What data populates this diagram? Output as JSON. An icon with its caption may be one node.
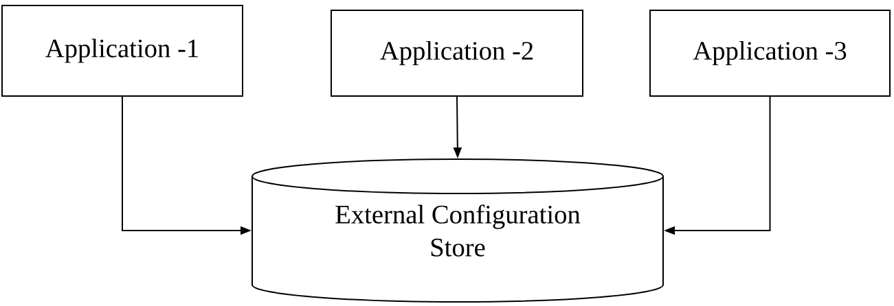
{
  "diagram": {
    "nodes": [
      {
        "text": [
          "Application -1"
        ]
      },
      {
        "text": [
          "Application -2"
        ]
      },
      {
        "text": [
          "Application -3"
        ]
      },
      {
        "text": [
          "External Configuration Store"
        ]
      }
    ],
    "edges": [
      {
        "from": 0,
        "to": 3,
        "arrow": "to"
      },
      {
        "from": 1,
        "to": 3,
        "arrow": "to"
      },
      {
        "from": 2,
        "to": 3,
        "arrow": "to"
      }
    ]
  }
}
